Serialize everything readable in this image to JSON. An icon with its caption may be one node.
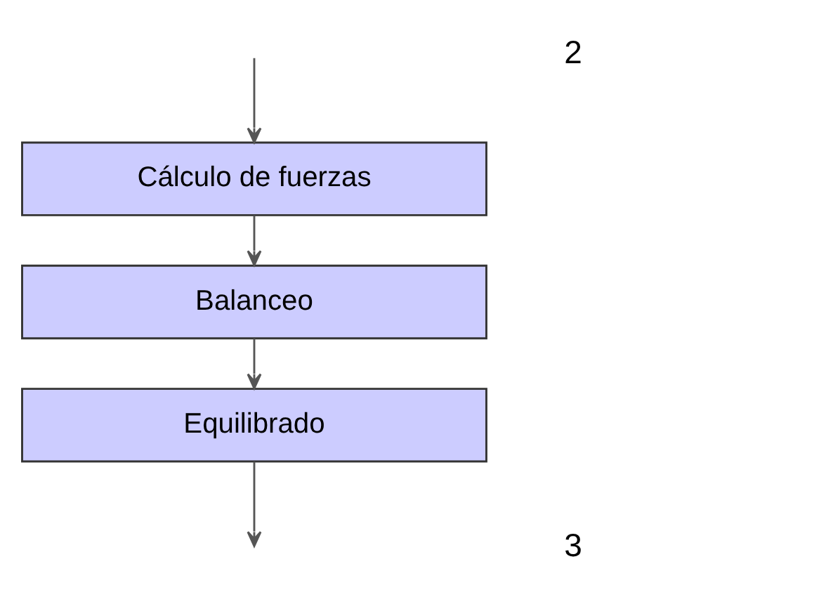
{
  "diagram": {
    "nodes": [
      {
        "text": [
          "Cálculo de fuerzas"
        ]
      },
      {
        "text": [
          "Balanceo"
        ]
      },
      {
        "text": [
          "Equilibrado"
        ]
      }
    ],
    "edges": [
      {
        "from": null,
        "to": 0,
        "arrow": "to"
      },
      {
        "from": 0,
        "to": 1,
        "arrow": "to"
      },
      {
        "from": 1,
        "to": 2,
        "arrow": "to"
      },
      {
        "from": 2,
        "to": null,
        "arrow": "to"
      }
    ],
    "labels": [
      "2",
      "3"
    ]
  }
}
